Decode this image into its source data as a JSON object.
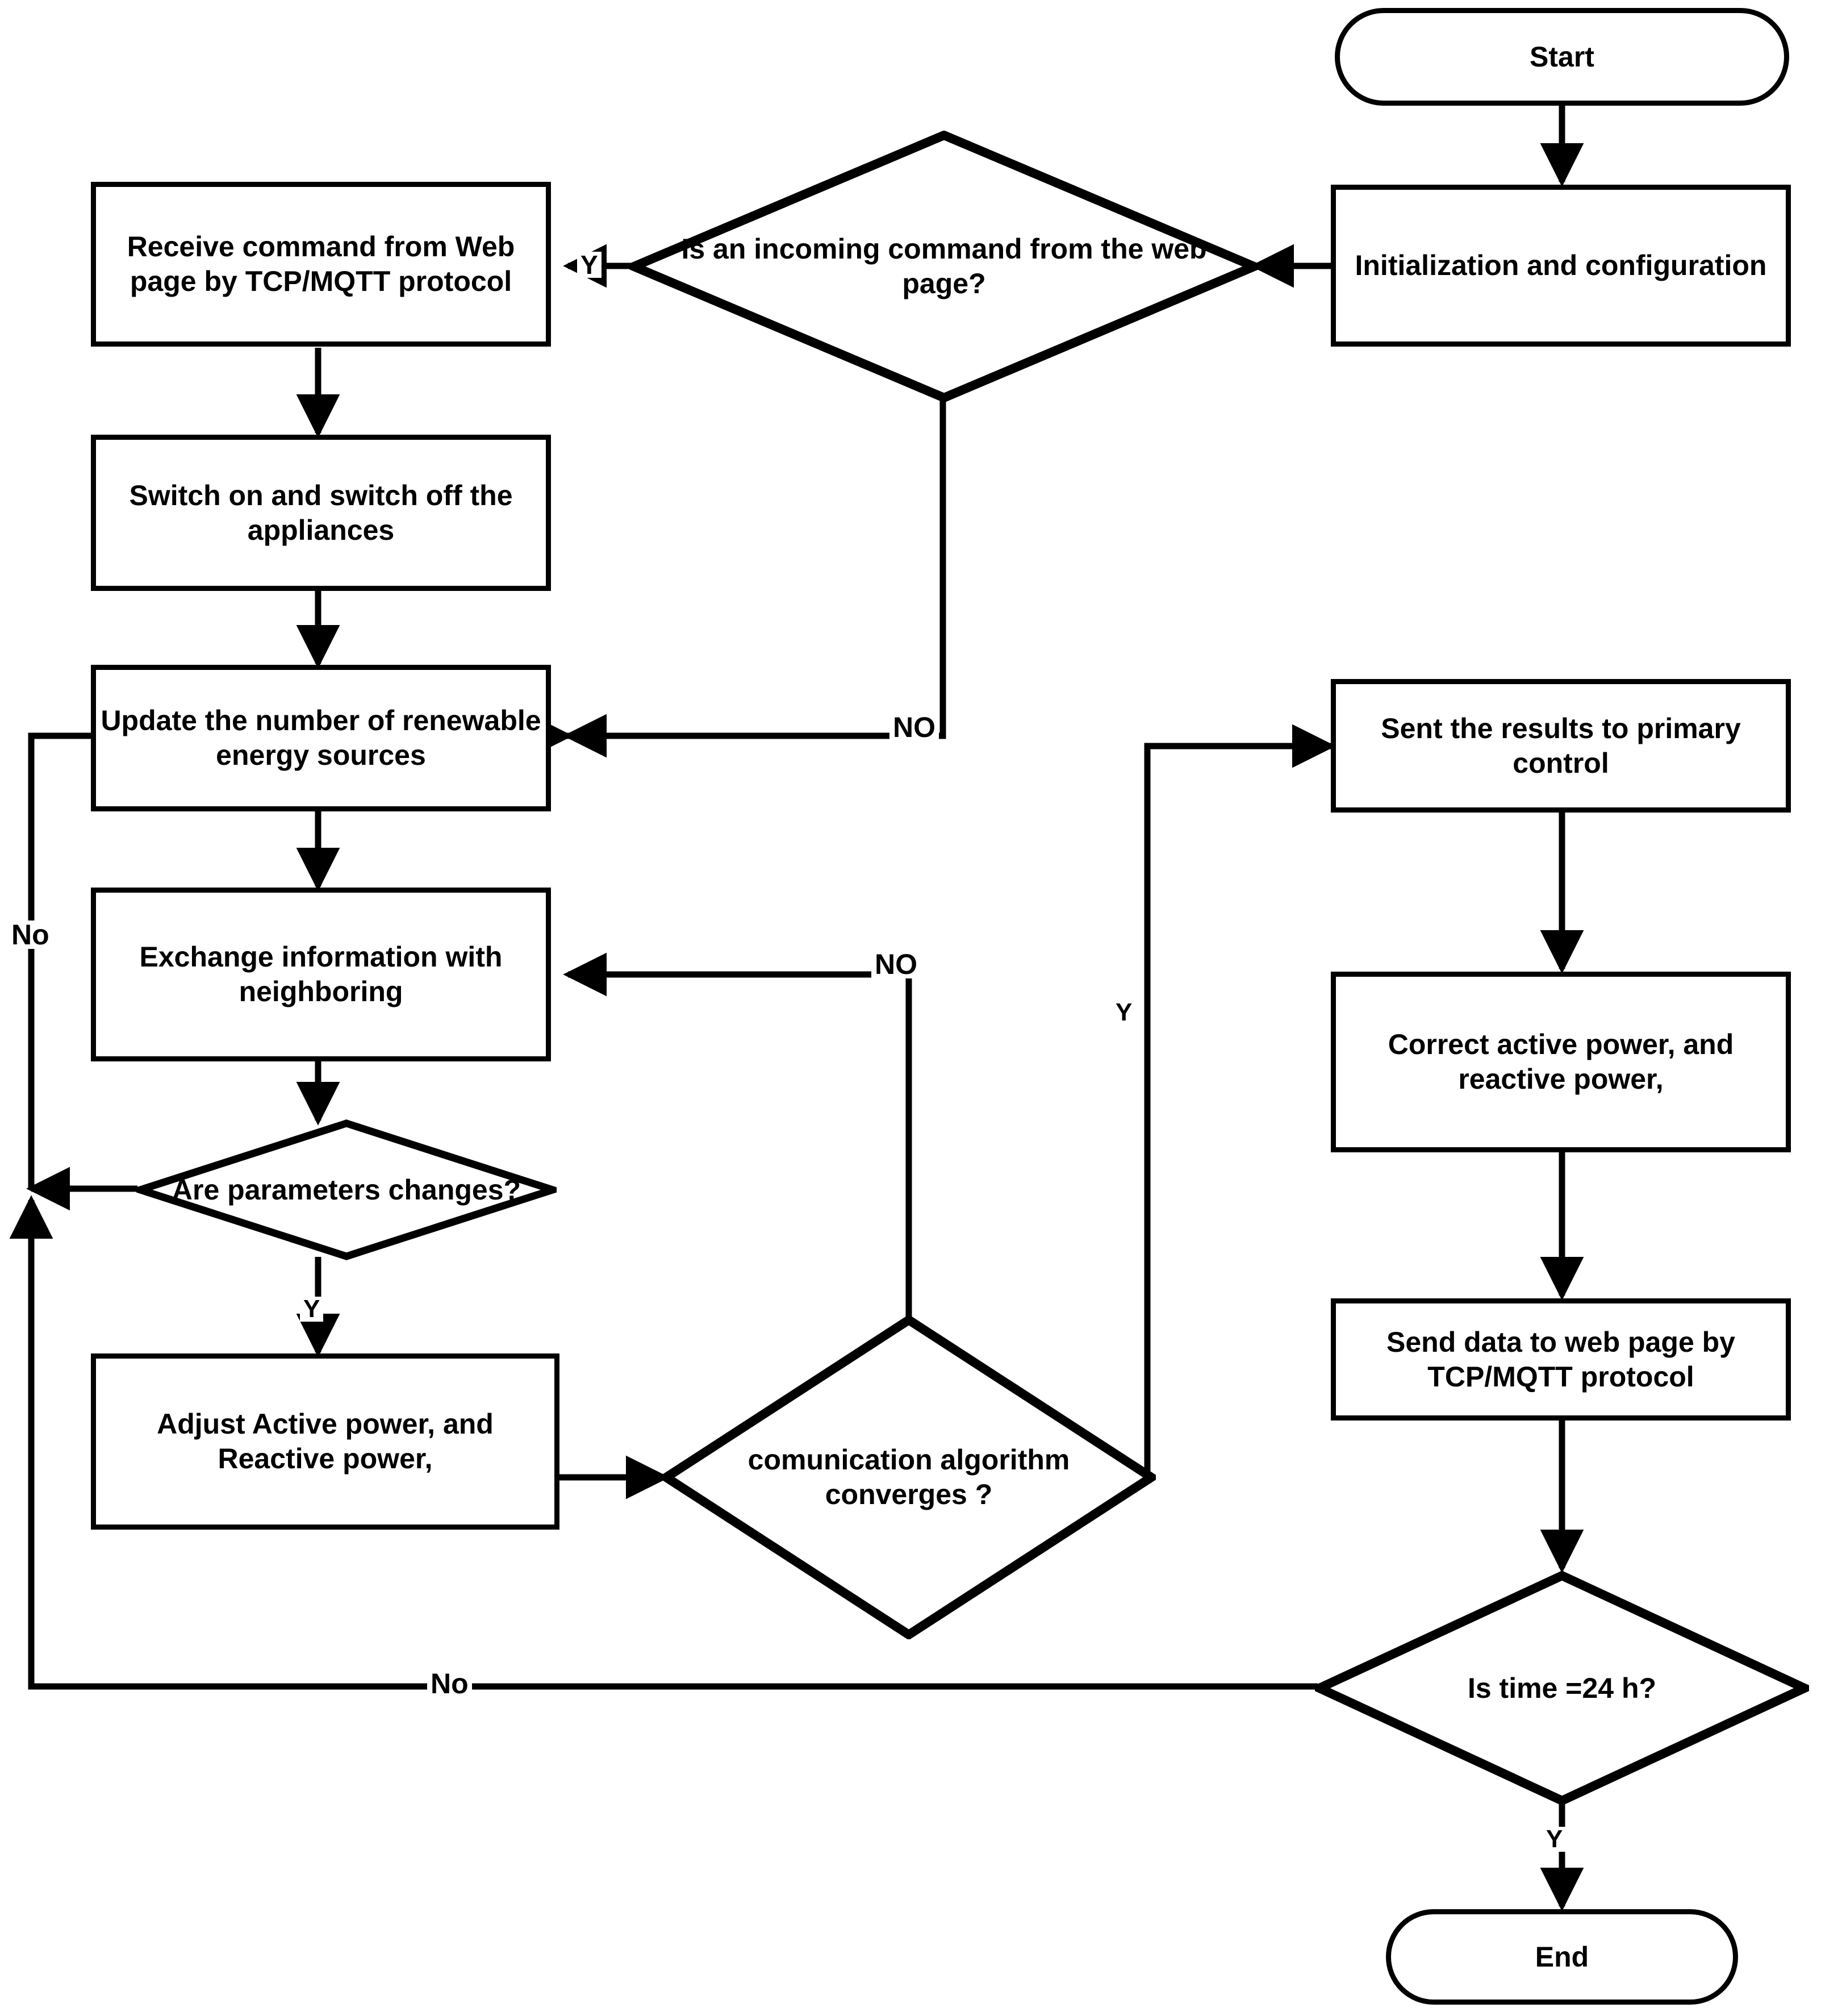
{
  "diagram": {
    "title": "Microgrid control flowchart",
    "line_color": "#000000",
    "fill_color": "#ffffff",
    "text_color": "#000000"
  },
  "nodes": {
    "start": {
      "label": "Start",
      "shape": "terminator"
    },
    "init": {
      "label": "Initialization and configuration",
      "shape": "process"
    },
    "decision_command": {
      "label": "Is an incoming command from the web page?",
      "shape": "decision"
    },
    "receive_command": {
      "label": "Receive command from Web page by TCP/MQTT protocol",
      "shape": "process"
    },
    "switch_appliances": {
      "label": "Switch on and switch off the appliances",
      "shape": "process"
    },
    "update_renewables": {
      "label": "Update the number of renewable energy sources",
      "shape": "process"
    },
    "exchange_info": {
      "label": "Exchange information with neighboring",
      "shape": "process"
    },
    "decision_params": {
      "label": "Are parameters changes?",
      "shape": "decision"
    },
    "adjust_power": {
      "label": "Adjust  Active power, and Reactive power,",
      "shape": "process"
    },
    "decision_converge": {
      "label": "comunication algorithm converges ?",
      "shape": "decision"
    },
    "sent_results": {
      "label": "Sent the results to primary control",
      "shape": "process"
    },
    "correct_power": {
      "label": "Correct active power, and reactive power,",
      "shape": "process"
    },
    "send_data": {
      "label": "Send data to web page by TCP/MQTT protocol",
      "shape": "process"
    },
    "decision_time": {
      "label": "Is time =24 h?",
      "shape": "decision"
    },
    "end": {
      "label": "End",
      "shape": "terminator"
    }
  },
  "edge_labels": {
    "command_yes": "Y",
    "command_no": "NO",
    "converge_no": "NO",
    "converge_yes": "Y",
    "params_no": "No",
    "params_yes": "Y",
    "time_no": "No",
    "time_yes": "Y"
  }
}
